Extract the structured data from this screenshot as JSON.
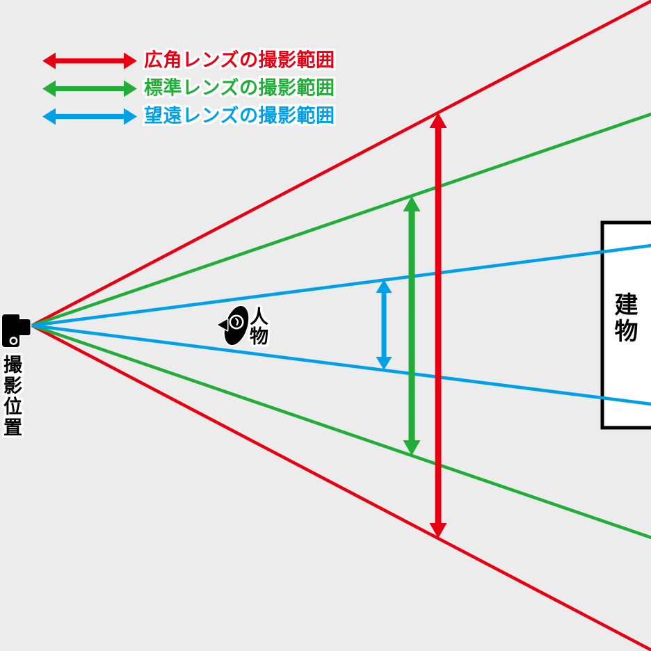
{
  "colors": {
    "wide": "#e60012",
    "standard": "#22ac38",
    "tele": "#00a0e9",
    "ink": "#000000",
    "background": "#ececec",
    "building_fill": "#ffffff",
    "outline": "#ffffff"
  },
  "legend": {
    "items": [
      {
        "key": "wide",
        "label": "広角レンズの撮影範囲",
        "color": "#e60012",
        "icon": "double-headed-arrow"
      },
      {
        "key": "standard",
        "label": "標準レンズの撮影範囲",
        "color": "#22ac38",
        "icon": "double-headed-arrow"
      },
      {
        "key": "tele",
        "label": "望遠レンズの撮影範囲",
        "color": "#00a0e9",
        "icon": "double-headed-arrow"
      }
    ]
  },
  "labels": {
    "camera_position": "撮影位置",
    "person": "人物",
    "building": "建物"
  },
  "icons": {
    "camera": "camera-icon",
    "person": "person-top-view-icon"
  }
}
